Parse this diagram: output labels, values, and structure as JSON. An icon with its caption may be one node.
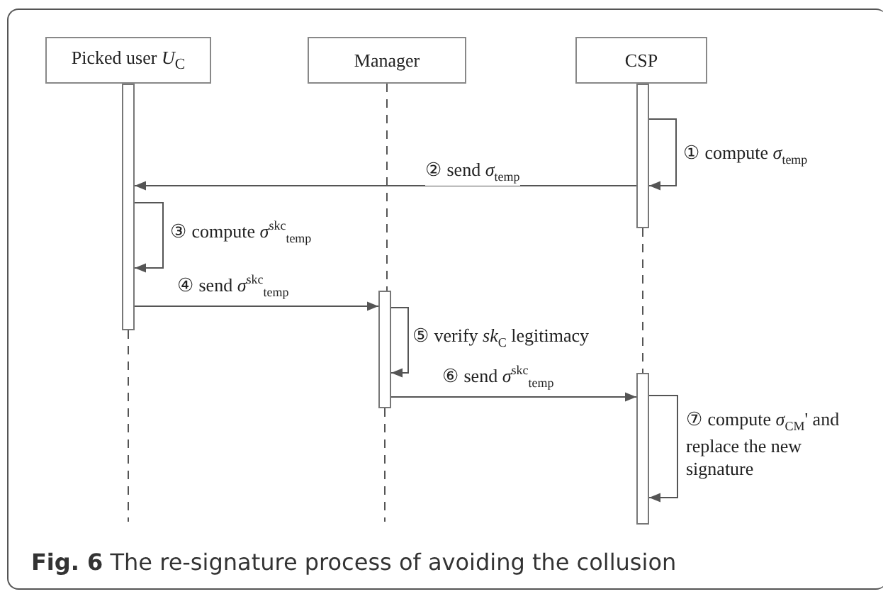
{
  "diagram": {
    "caption": "**Fig. 6** The re-signature process of avoiding the collusion",
    "nodes": [
      {
        "text": [
          "Picked user *U*$_{C}$"
        ]
      },
      {
        "text": [
          "Manager"
        ]
      },
      {
        "text": [
          "CSP"
        ]
      },
      {
        "text": [],
        "shape": "bar"
      },
      {
        "text": [],
        "shape": "bar"
      },
      {
        "text": [],
        "shape": "bar"
      },
      {
        "text": [],
        "shape": "bar"
      }
    ],
    "edges": [
      {
        "from": 5,
        "to": 5,
        "arrow": "to",
        "label": "① compute *σ*$_{temp}$"
      },
      {
        "from": 5,
        "to": 3,
        "arrow": "to",
        "label": "② send *σ*$_{temp}$"
      },
      {
        "from": 3,
        "to": 3,
        "arrow": "to",
        "label": "③ compute *σ*$^{skc}$$_{temp}$"
      },
      {
        "from": 3,
        "to": 4,
        "arrow": "to",
        "label": "④ send *σ*$^{skc}$$_{temp}$"
      },
      {
        "from": 4,
        "to": 4,
        "arrow": "to",
        "label": "⑤ verify *sk*$_{C}$ legitimacy"
      },
      {
        "from": 4,
        "to": 6,
        "arrow": "to",
        "label": "⑥ send *σ*$^{skc}$$_{temp}$"
      },
      {
        "from": 6,
        "to": 6,
        "arrow": "to",
        "label": "⑦ compute *σ*$_{CM}$' and replace the new signature"
      },
      {
        "from": 1,
        "to": 4,
        "arrow": "none",
        "style": "dashed"
      },
      {
        "from": 5,
        "to": 6,
        "arrow": "none",
        "style": "dashed"
      },
      {
        "from": 3,
        "to": null,
        "arrow": "none",
        "style": "dashed"
      },
      {
        "from": 4,
        "to": null,
        "arrow": "none",
        "style": "dashed"
      }
    ]
  }
}
